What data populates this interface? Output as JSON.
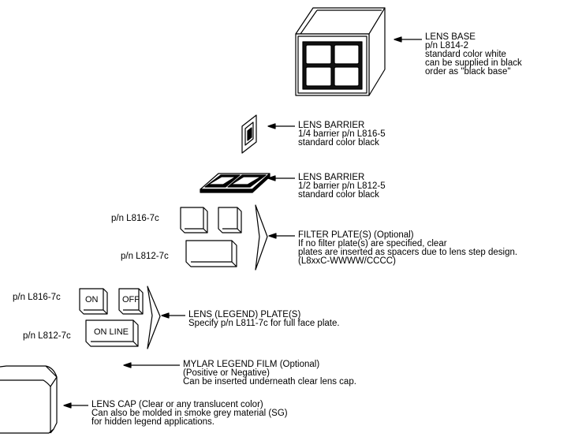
{
  "callouts": {
    "lens_base": [
      "LENS BASE",
      "p/n L814-2",
      "standard color white",
      "can be supplied in black",
      "order as \"black base\""
    ],
    "lens_barrier_quarter": [
      "LENS BARRIER",
      "1/4 barrier p/n L816-5",
      "standard color black"
    ],
    "lens_barrier_half": [
      "LENS BARRIER",
      "1/2 barrier p/n L812-5",
      "standard color black"
    ],
    "filter_plate": [
      "FILTER PLATE(S) (Optional)",
      "If no filter plate(s) are specified, clear",
      "plates are inserted as spacers due to lens step design.",
      "(L8xxC-WWWW/CCCC)"
    ],
    "legend_plate": [
      "LENS (LEGEND) PLATE(S)",
      "Specify p/n L811-7c for full face plate."
    ],
    "mylar_film": [
      "MYLAR LEGEND FILM (Optional)",
      "(Positive or Negative)",
      "Can be inserted underneath clear lens cap."
    ],
    "lens_cap": [
      "LENS CAP (Clear or any translucent color)",
      "Can also be molded in smoke grey material     (SG)",
      "for hidden legend applications."
    ]
  },
  "part_labels": {
    "filter_small": "p/n L816-7c",
    "filter_large": "p/n L812-7c",
    "legend_small": "p/n L816-7c",
    "legend_large": "p/n L812-7c"
  },
  "plate_legends": {
    "on": "ON",
    "off": "OFF",
    "on_line": "ON LINE"
  }
}
